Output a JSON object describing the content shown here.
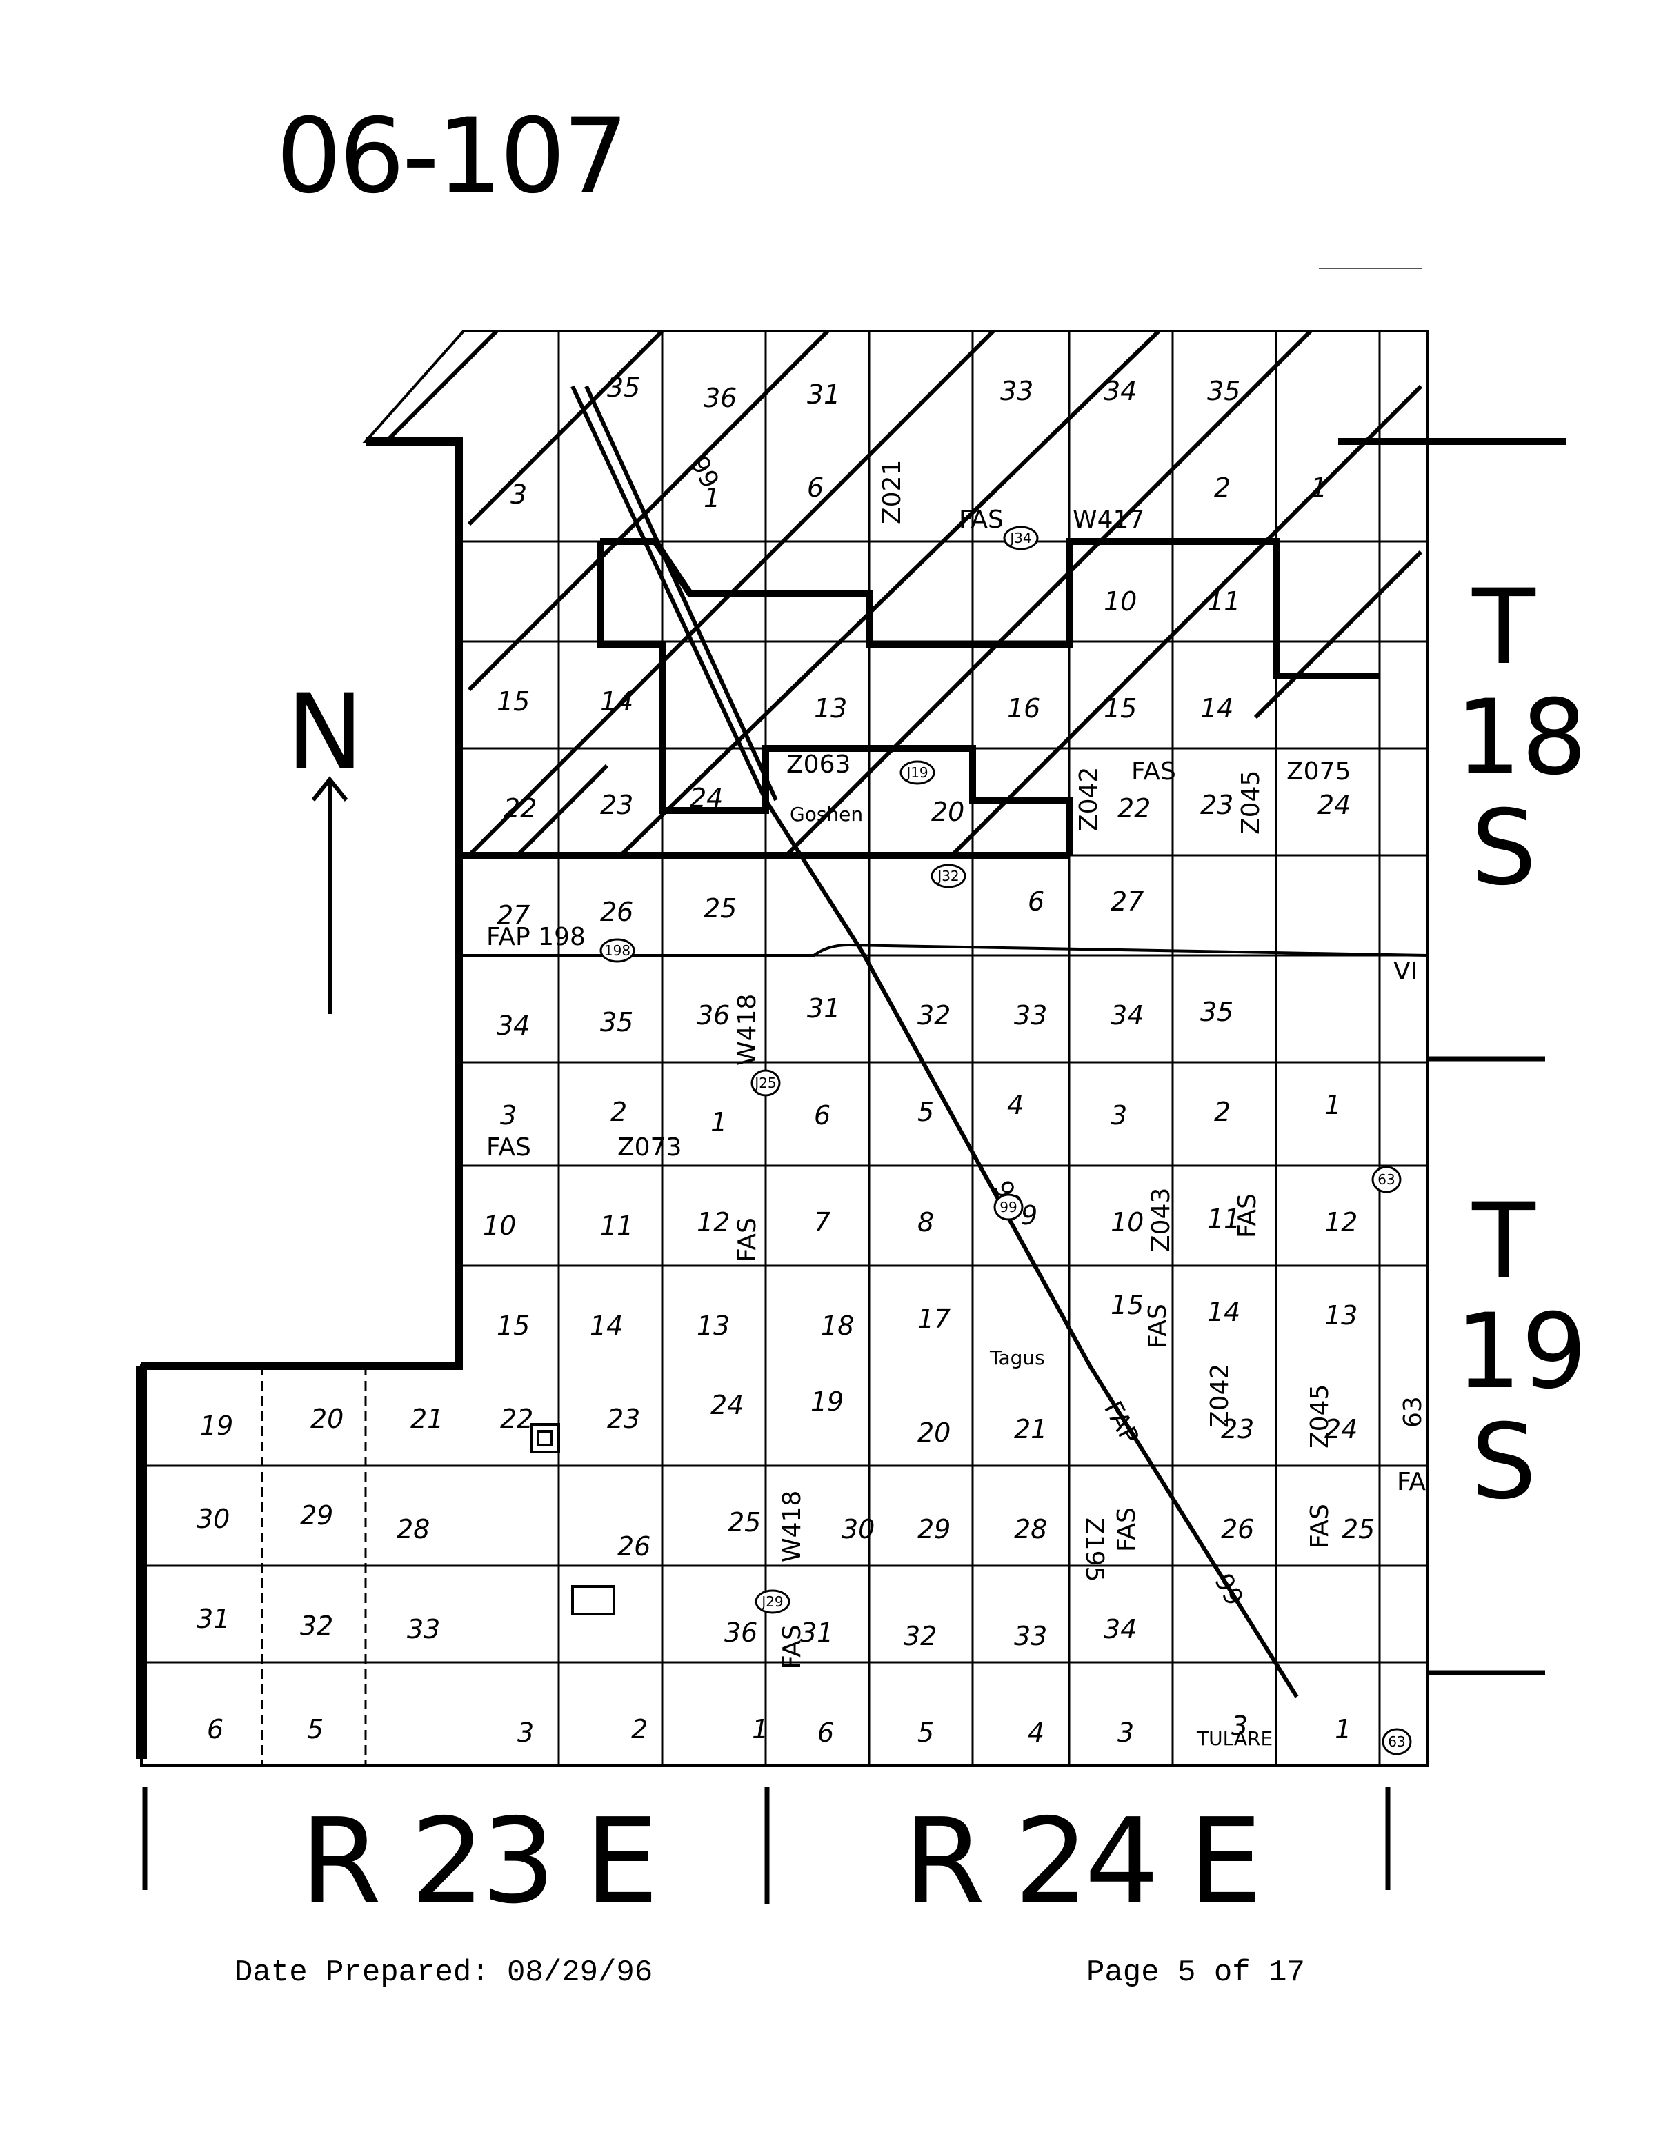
{
  "document": {
    "title": "06-107",
    "north_label": "N",
    "township_north": {
      "t": "T",
      "num": "18",
      "s": "S"
    },
    "township_south": {
      "t": "T",
      "num": "19",
      "s": "S"
    },
    "range_west": "R 23 E",
    "range_east": "R 24 E"
  },
  "footer": {
    "date_label": "Date Prepared:",
    "date_value": "08/29/96",
    "page_label": "Page 5 of 17"
  },
  "map": {
    "place_names": {
      "goshen": "Goshen",
      "tagus": "Tagus",
      "tulare": "TULARE"
    },
    "route_labels": {
      "fap198": "FAP 198",
      "fas_w417": "FAS",
      "w417": "W417",
      "z021": "Z021",
      "z063": "Z063",
      "fas_mid": "FAS",
      "z075": "Z075",
      "z042_top": "Z042",
      "z045_top": "Z045",
      "w418_top": "W418",
      "fas_z073": "FAS",
      "z073": "Z073",
      "fas_12": "FAS",
      "z043": "Z043",
      "fas_11": "FAS",
      "fas_15": "FAS",
      "z042_bot": "Z042",
      "z045_bot": "Z045",
      "route63": "63",
      "fa_edge": "FA",
      "w418_bot": "W418",
      "fas_26": "FAS",
      "fas_25": "FAS",
      "fas_31": "FAS",
      "z195": "Z195",
      "fap_diag": "FAP",
      "hwy99_north": "99",
      "hwy99_mid": "99",
      "hwy99_south": "99",
      "vi": "VI"
    },
    "shields": [
      "J34",
      "J19",
      "J32",
      "198",
      "J25",
      "99",
      "63",
      "J29",
      "63"
    ],
    "sections_t18": [
      "35",
      "36",
      "31",
      "33",
      "34",
      "35",
      "3",
      "1",
      "6",
      "2",
      "1",
      "10",
      "11",
      "15",
      "14",
      "13",
      "16",
      "15",
      "14",
      "22",
      "23",
      "24",
      "20",
      "22",
      "23",
      "24",
      "27",
      "26",
      "25",
      "6",
      "27",
      "34",
      "35",
      "36",
      "31",
      "32",
      "33",
      "34",
      "35"
    ],
    "sections_t19": [
      "3",
      "2",
      "1",
      "6",
      "5",
      "4",
      "3",
      "2",
      "1",
      "10",
      "11",
      "12",
      "7",
      "8",
      "9",
      "10",
      "11",
      "12",
      "15",
      "14",
      "13",
      "18",
      "17",
      "15",
      "14",
      "13",
      "19",
      "20",
      "21",
      "22",
      "23",
      "24",
      "19",
      "20",
      "21",
      "23",
      "24",
      "30",
      "29",
      "28",
      "26",
      "25",
      "30",
      "29",
      "28",
      "26",
      "25",
      "31",
      "32",
      "33",
      "36",
      "31",
      "32",
      "33",
      "34",
      "6",
      "5",
      "3",
      "2",
      "1",
      "6",
      "5",
      "4",
      "3",
      "3",
      "1"
    ]
  }
}
